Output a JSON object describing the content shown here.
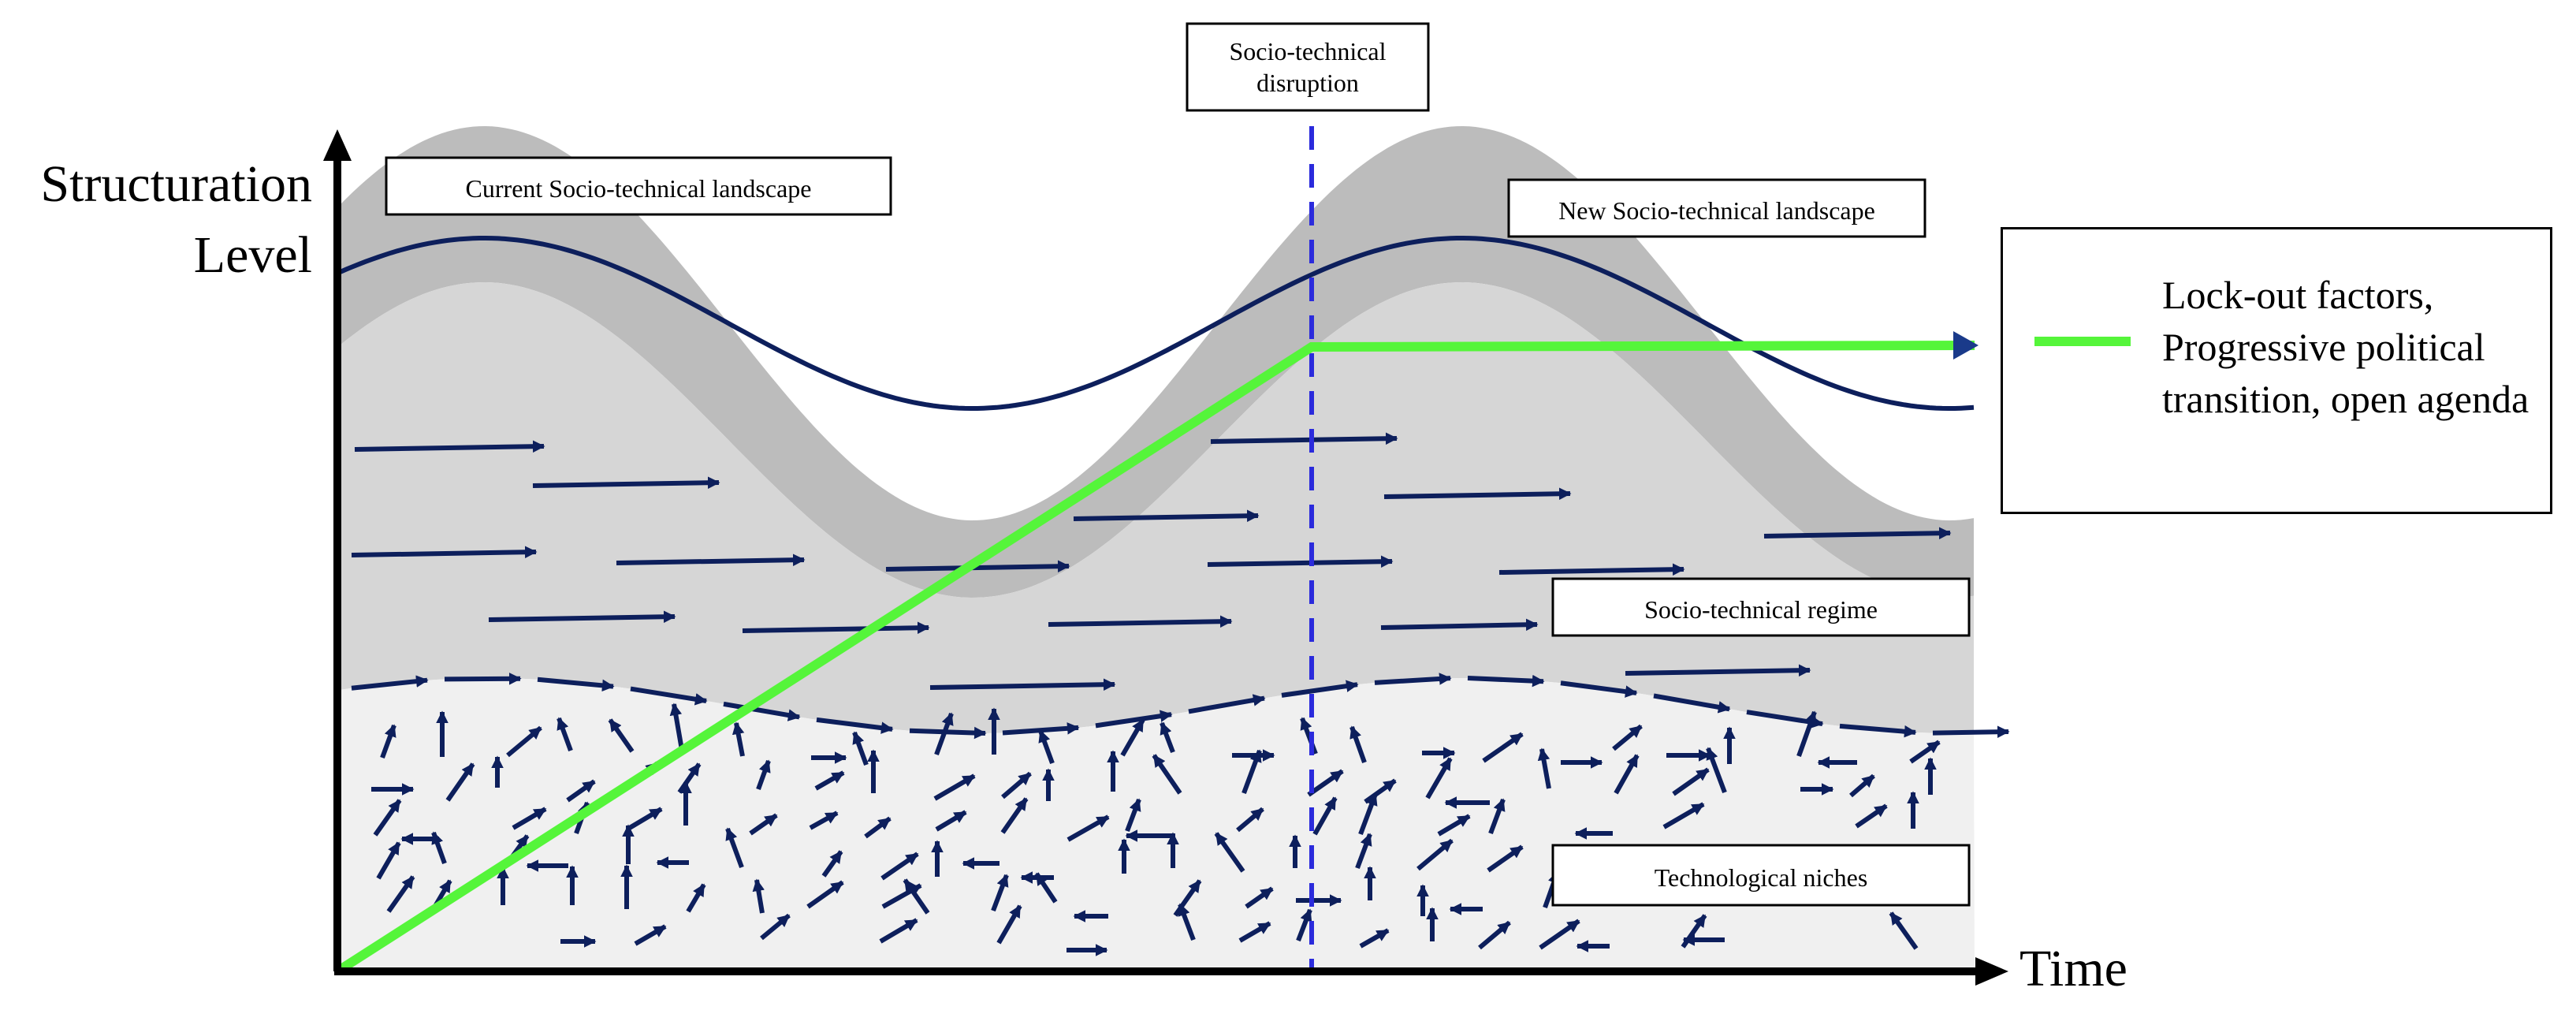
{
  "axes": {
    "y_label_line1": "Structuration",
    "y_label_line2": "Level",
    "x_label": "Time"
  },
  "labels": {
    "disruption_line1": "Socio-technical",
    "disruption_line2": "disruption",
    "current_landscape": "Current Socio-technical landscape",
    "new_landscape": "New Socio-technical landscape",
    "regime": "Socio-technical regime",
    "niches": "Technological niches"
  },
  "legend": {
    "line_label": "Lock-out factors, Progressive political transition, open agenda",
    "line_color": "#55f53a"
  },
  "colors": {
    "landscape_band": "#bcbcbc",
    "regime_band": "#d6d6d6",
    "niche_area": "#f0f0f0",
    "arrows": "#0d1f5c",
    "disruption_line": "#2b2bdc",
    "trajectory": "#55f53a"
  },
  "icons": {
    "y_axis_head": "arrow-up-icon",
    "x_axis_head": "arrow-right-icon"
  }
}
